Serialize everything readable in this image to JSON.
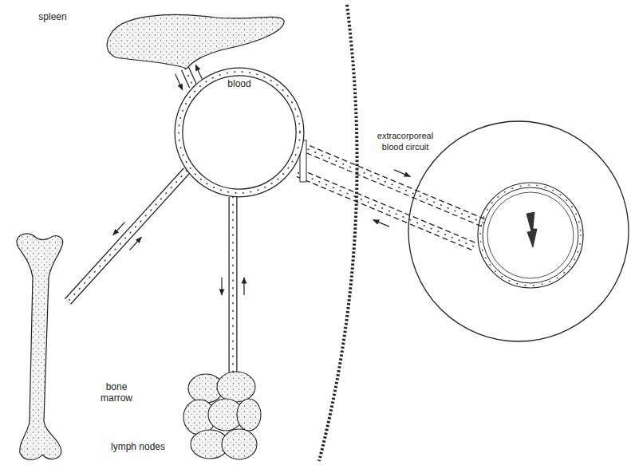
{
  "diagram": {
    "nodes": [
      {
        "text": [
          "spleen"
        ]
      },
      {
        "text": [
          "blood"
        ]
      },
      {
        "text": [
          "extracorporeal blood circuit"
        ]
      },
      {
        "text": [
          "bone marrow"
        ]
      },
      {
        "text": [
          "lymph nodes"
        ]
      }
    ],
    "edges": [
      {
        "from": 0,
        "to": 1,
        "arrow": "both"
      },
      {
        "from": 1,
        "to": 2,
        "arrow": "both"
      },
      {
        "from": 1,
        "to": 3,
        "arrow": "both"
      },
      {
        "from": 1,
        "to": 4,
        "arrow": "both"
      }
    ]
  }
}
